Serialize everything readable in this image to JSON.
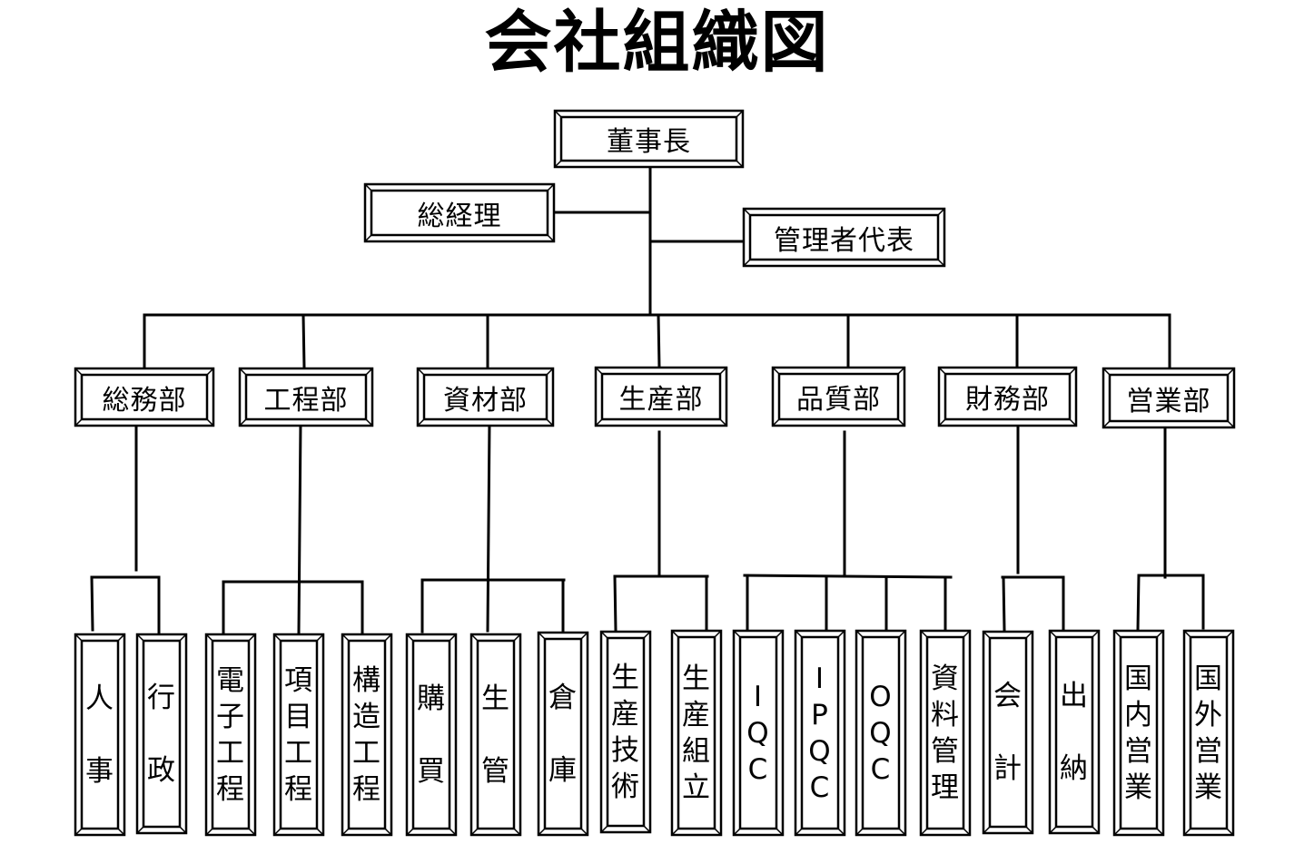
{
  "title": "会社組織図",
  "chairman": {
    "label": "董事長"
  },
  "general_manager": {
    "label": "総経理"
  },
  "management_rep": {
    "label": "管理者代表"
  },
  "departments": [
    {
      "label": "総務部",
      "units": [
        {
          "label": "人事"
        },
        {
          "label": "行政"
        }
      ]
    },
    {
      "label": "工程部",
      "units": [
        {
          "label": "電子工程"
        },
        {
          "label": "項目工程"
        },
        {
          "label": "構造工程"
        }
      ]
    },
    {
      "label": "資材部",
      "units": [
        {
          "label": "購買"
        },
        {
          "label": "生管"
        },
        {
          "label": "倉庫"
        }
      ]
    },
    {
      "label": "生産部",
      "units": [
        {
          "label": "生産技術"
        },
        {
          "label": "生産組立"
        }
      ]
    },
    {
      "label": "品質部",
      "units": [
        {
          "label": "IQC"
        },
        {
          "label": "IPQC"
        },
        {
          "label": "OQC"
        },
        {
          "label": "資料管理"
        }
      ]
    },
    {
      "label": "財務部",
      "units": [
        {
          "label": "会計"
        },
        {
          "label": "出納"
        }
      ]
    },
    {
      "label": "営業部",
      "units": [
        {
          "label": "国内営業"
        },
        {
          "label": "国外営業"
        }
      ]
    }
  ],
  "colors": {
    "line": "#000000",
    "background": "#ffffff"
  }
}
